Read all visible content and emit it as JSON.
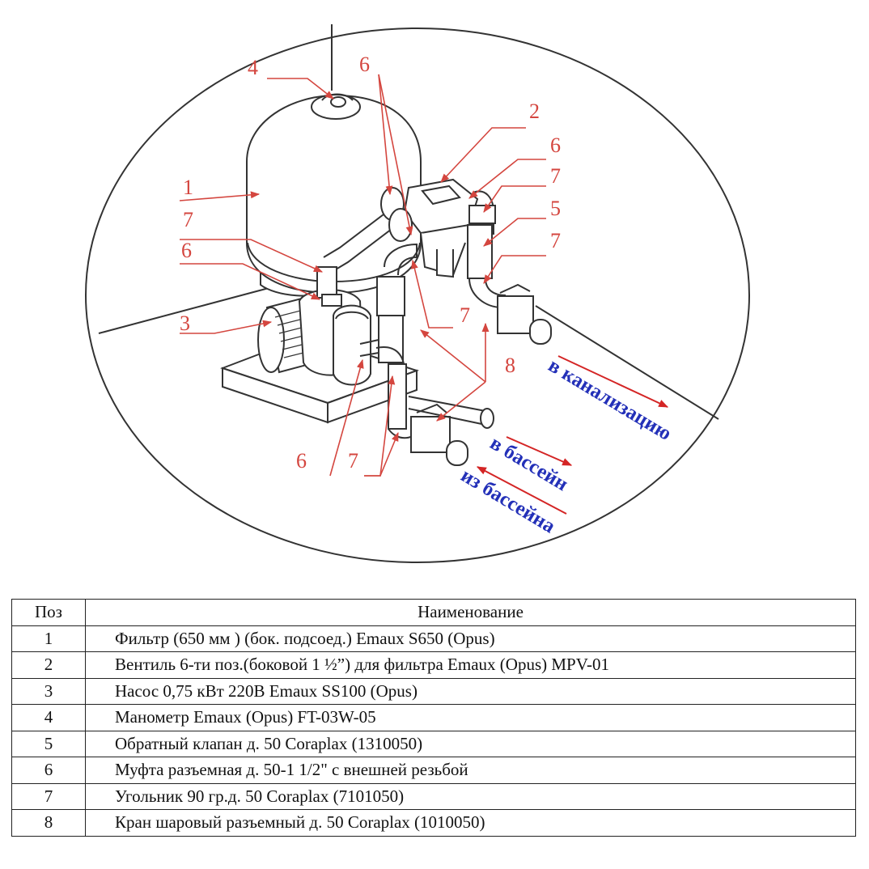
{
  "diagram": {
    "callouts": [
      "1",
      "2",
      "3",
      "4",
      "5",
      "6",
      "7",
      "8"
    ],
    "directions": {
      "to_sewer": "в канализацию",
      "to_pool": "в бассейн",
      "from_pool": "из бассейна"
    },
    "colors": {
      "callout": "#d4463f",
      "direction": "#2330b8",
      "line": "#333333"
    }
  },
  "table": {
    "headers": [
      "Поз",
      "Наименование"
    ],
    "rows": [
      {
        "pos": "1",
        "name": "Фильтр (650 мм ) (бок. подсоед.) Emaux S650 (Opus)"
      },
      {
        "pos": "2",
        "name": "Вентиль 6-ти поз.(боковой 1 ½”) для фильтра Emaux (Opus) MPV-01"
      },
      {
        "pos": "3",
        "name": "Насос 0,75 кВт 220В Emaux SS100 (Opus)"
      },
      {
        "pos": "4",
        "name": "Манометр Emaux (Opus) FT-03W-05"
      },
      {
        "pos": "5",
        "name": "Обратный клапан д.  50 Coraplax (1310050)"
      },
      {
        "pos": "6",
        "name": "Муфта разъемная д. 50-1 1/2\" с внешней резьбой"
      },
      {
        "pos": "7",
        "name": "Угольник 90 гр.д. 50 Coraplax (7101050)"
      },
      {
        "pos": "8",
        "name": "Кран шаровый разъемный д. 50 Coraplax (1010050)"
      }
    ]
  }
}
